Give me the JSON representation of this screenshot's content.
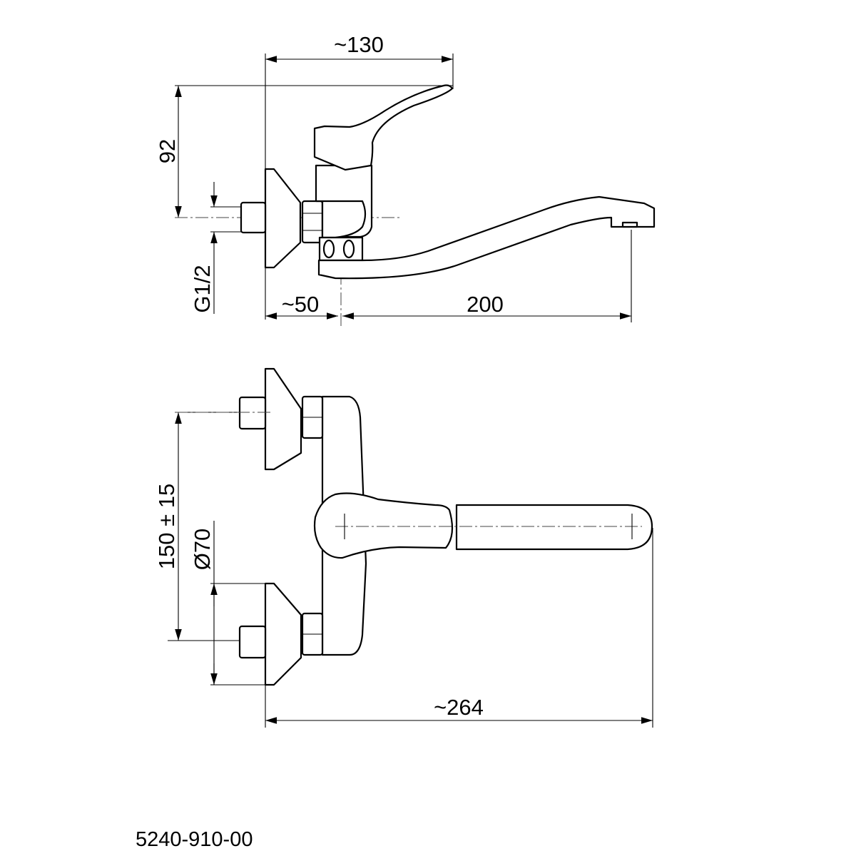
{
  "drawing": {
    "part_number": "5240-910-00",
    "side_view": {
      "dim_width": "~130",
      "dim_height": "92",
      "dim_thread": "G1/2",
      "dim_wall_to_axis": "~50",
      "dim_spout_reach": "200"
    },
    "top_view": {
      "dim_center_distance": "150 ± 15",
      "dim_rosette_diameter": "Ø70",
      "dim_total_length": "~264"
    }
  }
}
